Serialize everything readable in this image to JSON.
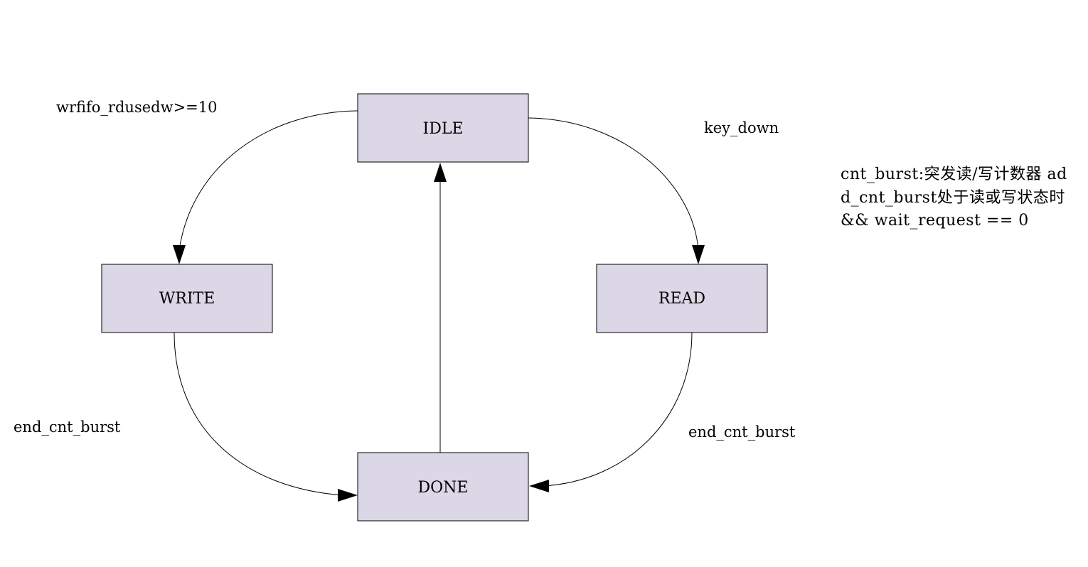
{
  "colors": {
    "state_fill": "#dcd7e6",
    "stroke": "#000000",
    "background": "#ffffff"
  },
  "states": {
    "idle": "IDLE",
    "write": "WRITE",
    "read": "READ",
    "done": "DONE"
  },
  "transitions": {
    "idle_to_write": "wrfifo_rdusedw>=10",
    "idle_to_read": "key_down",
    "write_to_done": "end_cnt_burst",
    "read_to_done": "end_cnt_burst"
  },
  "note": {
    "text": "cnt_burst:突发读/写计数器 add_cnt_burst处于读或写状态时 && wait_request == 0"
  }
}
